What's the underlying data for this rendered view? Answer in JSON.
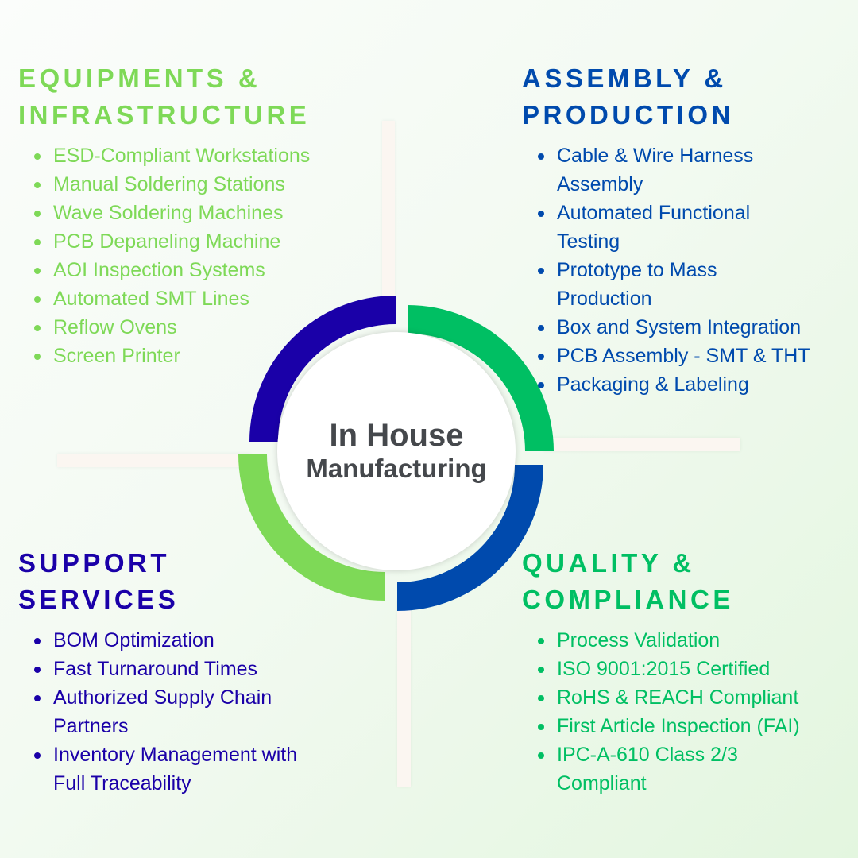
{
  "center": {
    "line1": "In House",
    "line2": "Manufacturing"
  },
  "colors": {
    "light_green": "#7ed957",
    "dark_blue": "#1a00a8",
    "green": "#00bf63",
    "blue": "#004aad"
  },
  "sections": {
    "equipment": {
      "title1": "EQUIPMENTS &",
      "title2": "INFRASTRUCTURE",
      "items": [
        "ESD-Compliant Workstations",
        "Manual Soldering Stations",
        "Wave Soldering Machines",
        "PCB Depaneling Machine",
        "AOI Inspection Systems",
        "Automated SMT Lines",
        "Reflow Ovens",
        "Screen Printer"
      ]
    },
    "assembly": {
      "title1": "ASSEMBLY &",
      "title2": "PRODUCTION",
      "items": [
        "Cable & Wire Harness Assembly",
        "Automated Functional Testing",
        "Prototype to Mass Production",
        "Box and System Integration",
        "PCB Assembly - SMT & THT",
        "Packaging & Labeling"
      ]
    },
    "support": {
      "title1": "SUPPORT",
      "title2": "SERVICES",
      "items": [
        "BOM Optimization",
        "Fast Turnaround Times",
        "Authorized Supply Chain Partners",
        "Inventory Management with Full Traceability"
      ]
    },
    "quality": {
      "title1": "QUALITY &",
      "title2": "COMPLIANCE",
      "items": [
        "Process Validation",
        "ISO 9001:2015 Certified",
        "RoHS & REACH Compliant",
        "First Article Inspection (FAI)",
        "IPC-A-610 Class 2/3 Compliant"
      ]
    }
  }
}
